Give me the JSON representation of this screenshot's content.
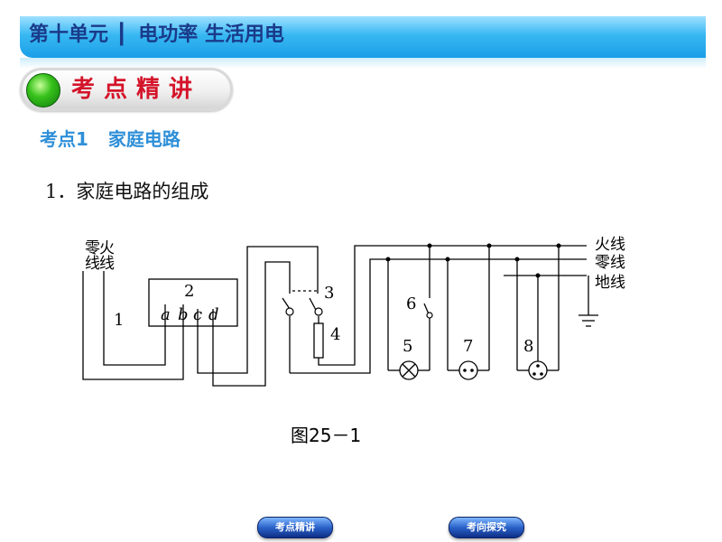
{
  "header": {
    "unit": "第十单元",
    "separator": "┃",
    "title": "电功率 生活用电"
  },
  "section_badge": {
    "label": "考点精讲"
  },
  "subheading": {
    "number": "考点1",
    "title": "家庭电路"
  },
  "item_heading": "1．家庭电路的组成",
  "diagram": {
    "left_labels": {
      "neutral": "零线",
      "live": "火线"
    },
    "right_labels": {
      "live": "火线",
      "neutral": "零线",
      "earth": "地线"
    },
    "numbers": [
      "1",
      "2",
      "3",
      "4",
      "5",
      "6",
      "7",
      "8"
    ],
    "meter_terminals": [
      "a",
      "b",
      "c",
      "d"
    ]
  },
  "caption": "图25－1",
  "nav": {
    "button1": "考点精讲",
    "button2": "考向探究"
  }
}
